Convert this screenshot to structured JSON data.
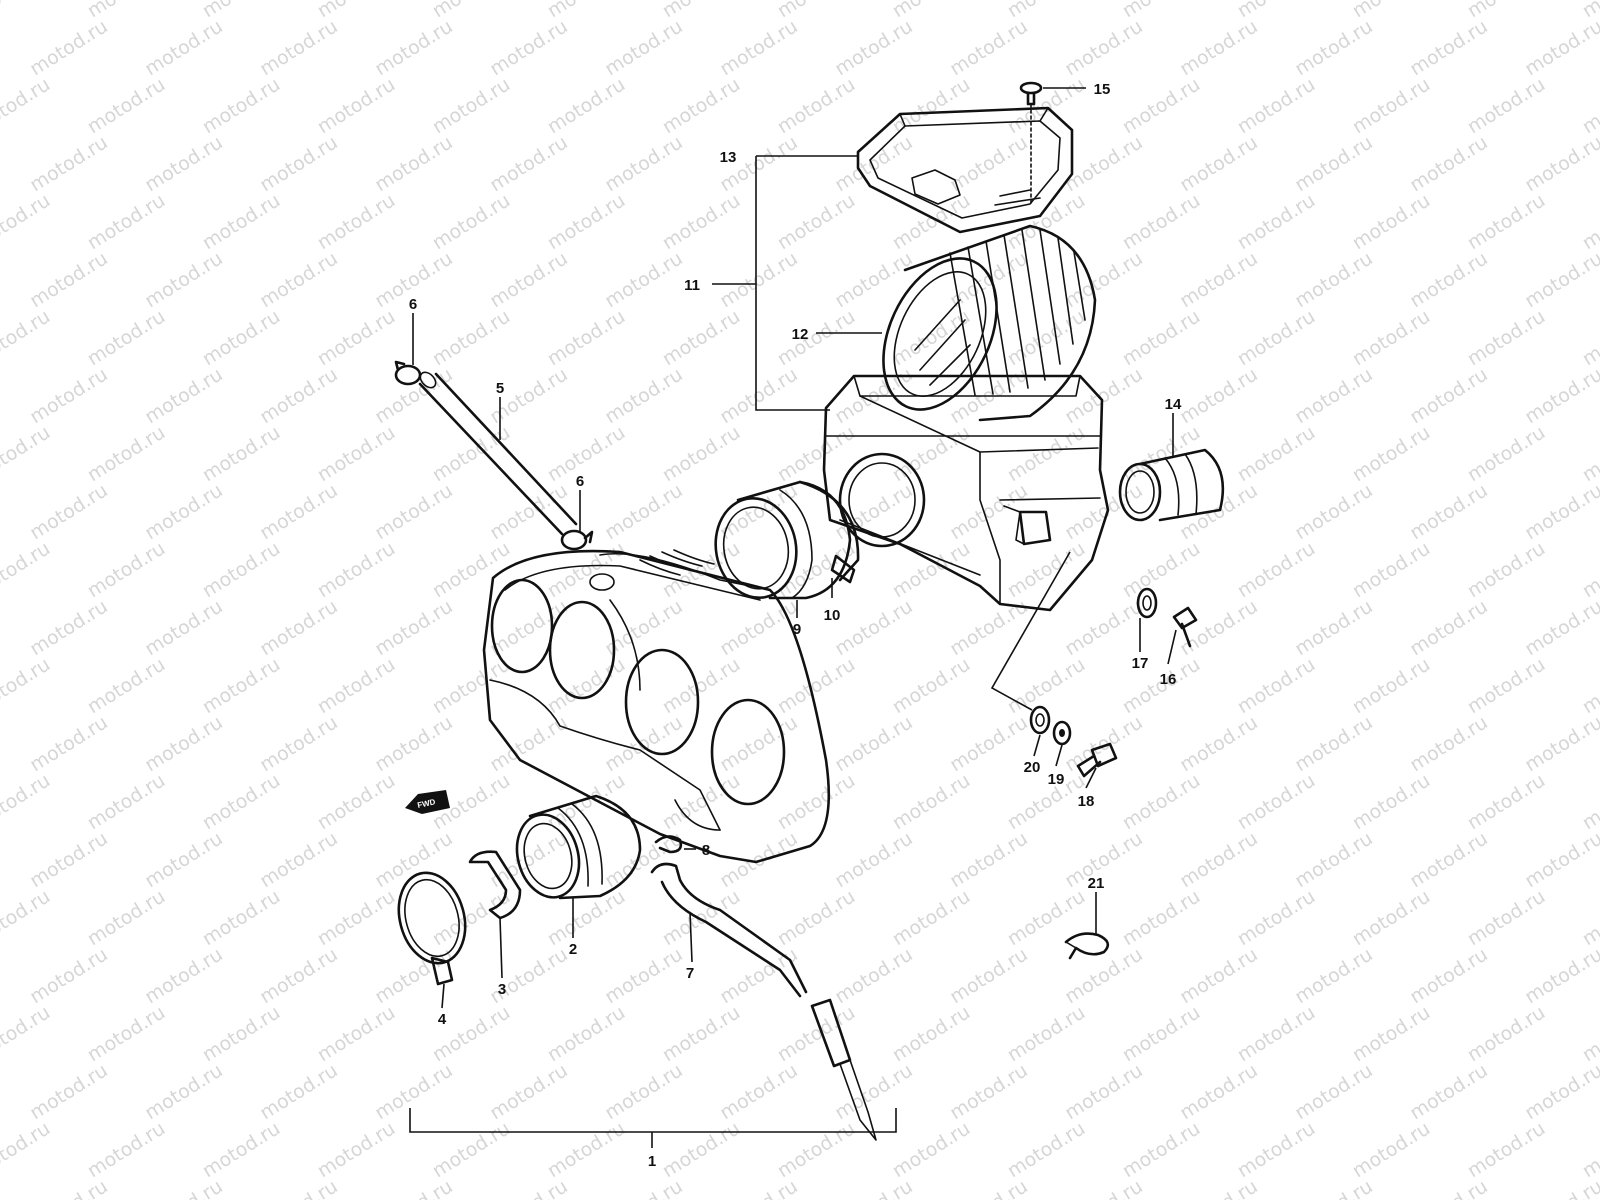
{
  "watermark": "motod.ru",
  "fwd_label": "FWD",
  "callouts": [
    {
      "id": "callout-1",
      "label": "1"
    },
    {
      "id": "callout-2",
      "label": "2"
    },
    {
      "id": "callout-3",
      "label": "3"
    },
    {
      "id": "callout-4",
      "label": "4"
    },
    {
      "id": "callout-5",
      "label": "5"
    },
    {
      "id": "callout-6a",
      "label": "6"
    },
    {
      "id": "callout-6b",
      "label": "6"
    },
    {
      "id": "callout-7",
      "label": "7"
    },
    {
      "id": "callout-8",
      "label": "8"
    },
    {
      "id": "callout-9",
      "label": "9"
    },
    {
      "id": "callout-10",
      "label": "10"
    },
    {
      "id": "callout-11",
      "label": "11"
    },
    {
      "id": "callout-12",
      "label": "12"
    },
    {
      "id": "callout-13",
      "label": "13"
    },
    {
      "id": "callout-14",
      "label": "14"
    },
    {
      "id": "callout-15",
      "label": "15"
    },
    {
      "id": "callout-16",
      "label": "16"
    },
    {
      "id": "callout-17",
      "label": "17"
    },
    {
      "id": "callout-18",
      "label": "18"
    },
    {
      "id": "callout-19",
      "label": "19"
    },
    {
      "id": "callout-20",
      "label": "20"
    },
    {
      "id": "callout-21",
      "label": "21"
    }
  ],
  "colors": {
    "line": "#111111",
    "watermark": "#d6d6d6",
    "background": "#ffffff"
  }
}
